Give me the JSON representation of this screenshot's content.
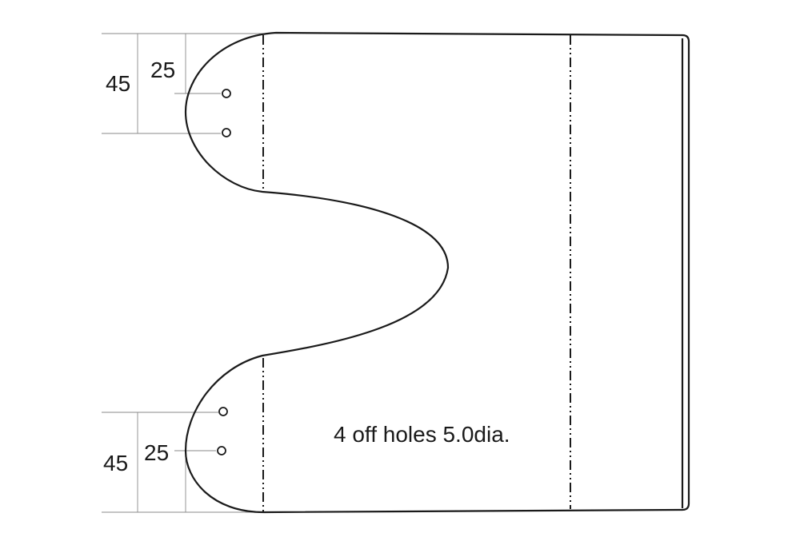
{
  "dimensions": {
    "top": {
      "overall": "45",
      "hole_spacing": "25"
    },
    "bottom": {
      "overall": "45",
      "hole_spacing": "25"
    }
  },
  "note": "4 off holes 5.0dia."
}
